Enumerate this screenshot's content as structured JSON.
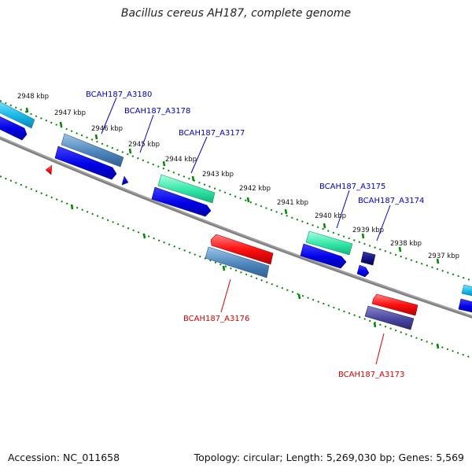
{
  "title": "Bacillus cereus AH187, complete genome",
  "footer": {
    "accession": "Accession: NC_011658",
    "summary": "Topology: circular; Length: 5,269,030 bp; Genes: 5,569"
  },
  "tick_labels": [
    "2948 kbp",
    "2947 kbp",
    "2946 kbp",
    "2945 kbp",
    "2944 kbp",
    "2943 kbp",
    "2942 kbp",
    "2941 kbp",
    "2940 kbp",
    "2939 kbp",
    "2938 kbp",
    "2937 kbp"
  ],
  "genes": [
    {
      "label": "BCAH187_A3180",
      "strand": "forward"
    },
    {
      "label": "BCAH187_A3178",
      "strand": "forward"
    },
    {
      "label": "BCAH187_A3177",
      "strand": "forward"
    },
    {
      "label": "BCAH187_A3176",
      "strand": "reverse"
    },
    {
      "label": "BCAH187_A3175",
      "strand": "forward"
    },
    {
      "label": "BCAH187_A3174",
      "strand": "forward"
    },
    {
      "label": "BCAH187_A3173",
      "strand": "reverse"
    }
  ],
  "colors": {
    "forward_label": "#0000cc",
    "reverse_label": "#dd0000",
    "backbone": "#808080",
    "ticks": "#008800"
  }
}
